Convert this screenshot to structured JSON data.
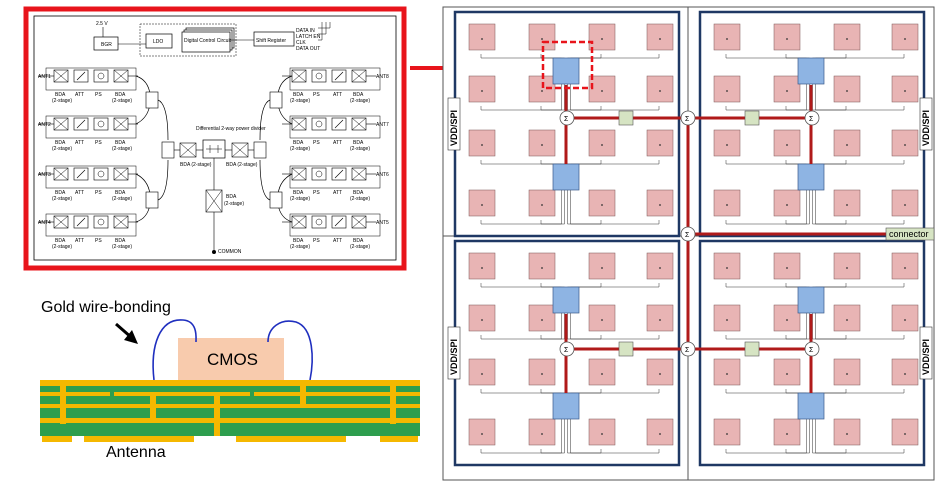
{
  "block_diagram": {
    "supply_label": "2.5 V",
    "bgr_label": "BGR",
    "ldo_label": "LDO",
    "digital_control_label": "Digital Control Circuit",
    "shift_register_label": "Shift Register",
    "data_in_label": "DATA IN",
    "latch_en_label": "LATCH EN",
    "clk_label": "CLK",
    "data_out_label": "DATA OUT",
    "divider_label": "Differential 2-way power divider",
    "bda_label": "BDA",
    "bda_stage_label": "BDA (2-stage)",
    "two_stage_label": "(2-stage)",
    "att_label": "ATT",
    "ps_label": "PS",
    "common_label": "COMMON",
    "left_ports": [
      "ANT1",
      "ANT2",
      "ANT3",
      "ANT4"
    ],
    "right_ports": [
      "ANT8",
      "ANT7",
      "ANT6",
      "ANT5"
    ]
  },
  "cross_section": {
    "wire_bond_label": "Gold wire-bonding",
    "chip_label": "CMOS",
    "antenna_label": "Antenna"
  },
  "array": {
    "vdd_label": "VDD/SPI",
    "sum_symbol": "Σ",
    "connector_label": "connector"
  },
  "colors": {
    "highlight_red": "#e8141b",
    "board_blue": "#1f3864",
    "feed_red": "#b01a1a",
    "antenna_pink": "#e8b4b4",
    "chip_blue": "#8eb4e3",
    "combiner_green": "#d6e4c3",
    "pcb_green": "#2e9e4e",
    "pcb_gold": "#f5b800",
    "cmos_fill": "#f8cbad",
    "wire_blue": "#1f2fbf"
  }
}
